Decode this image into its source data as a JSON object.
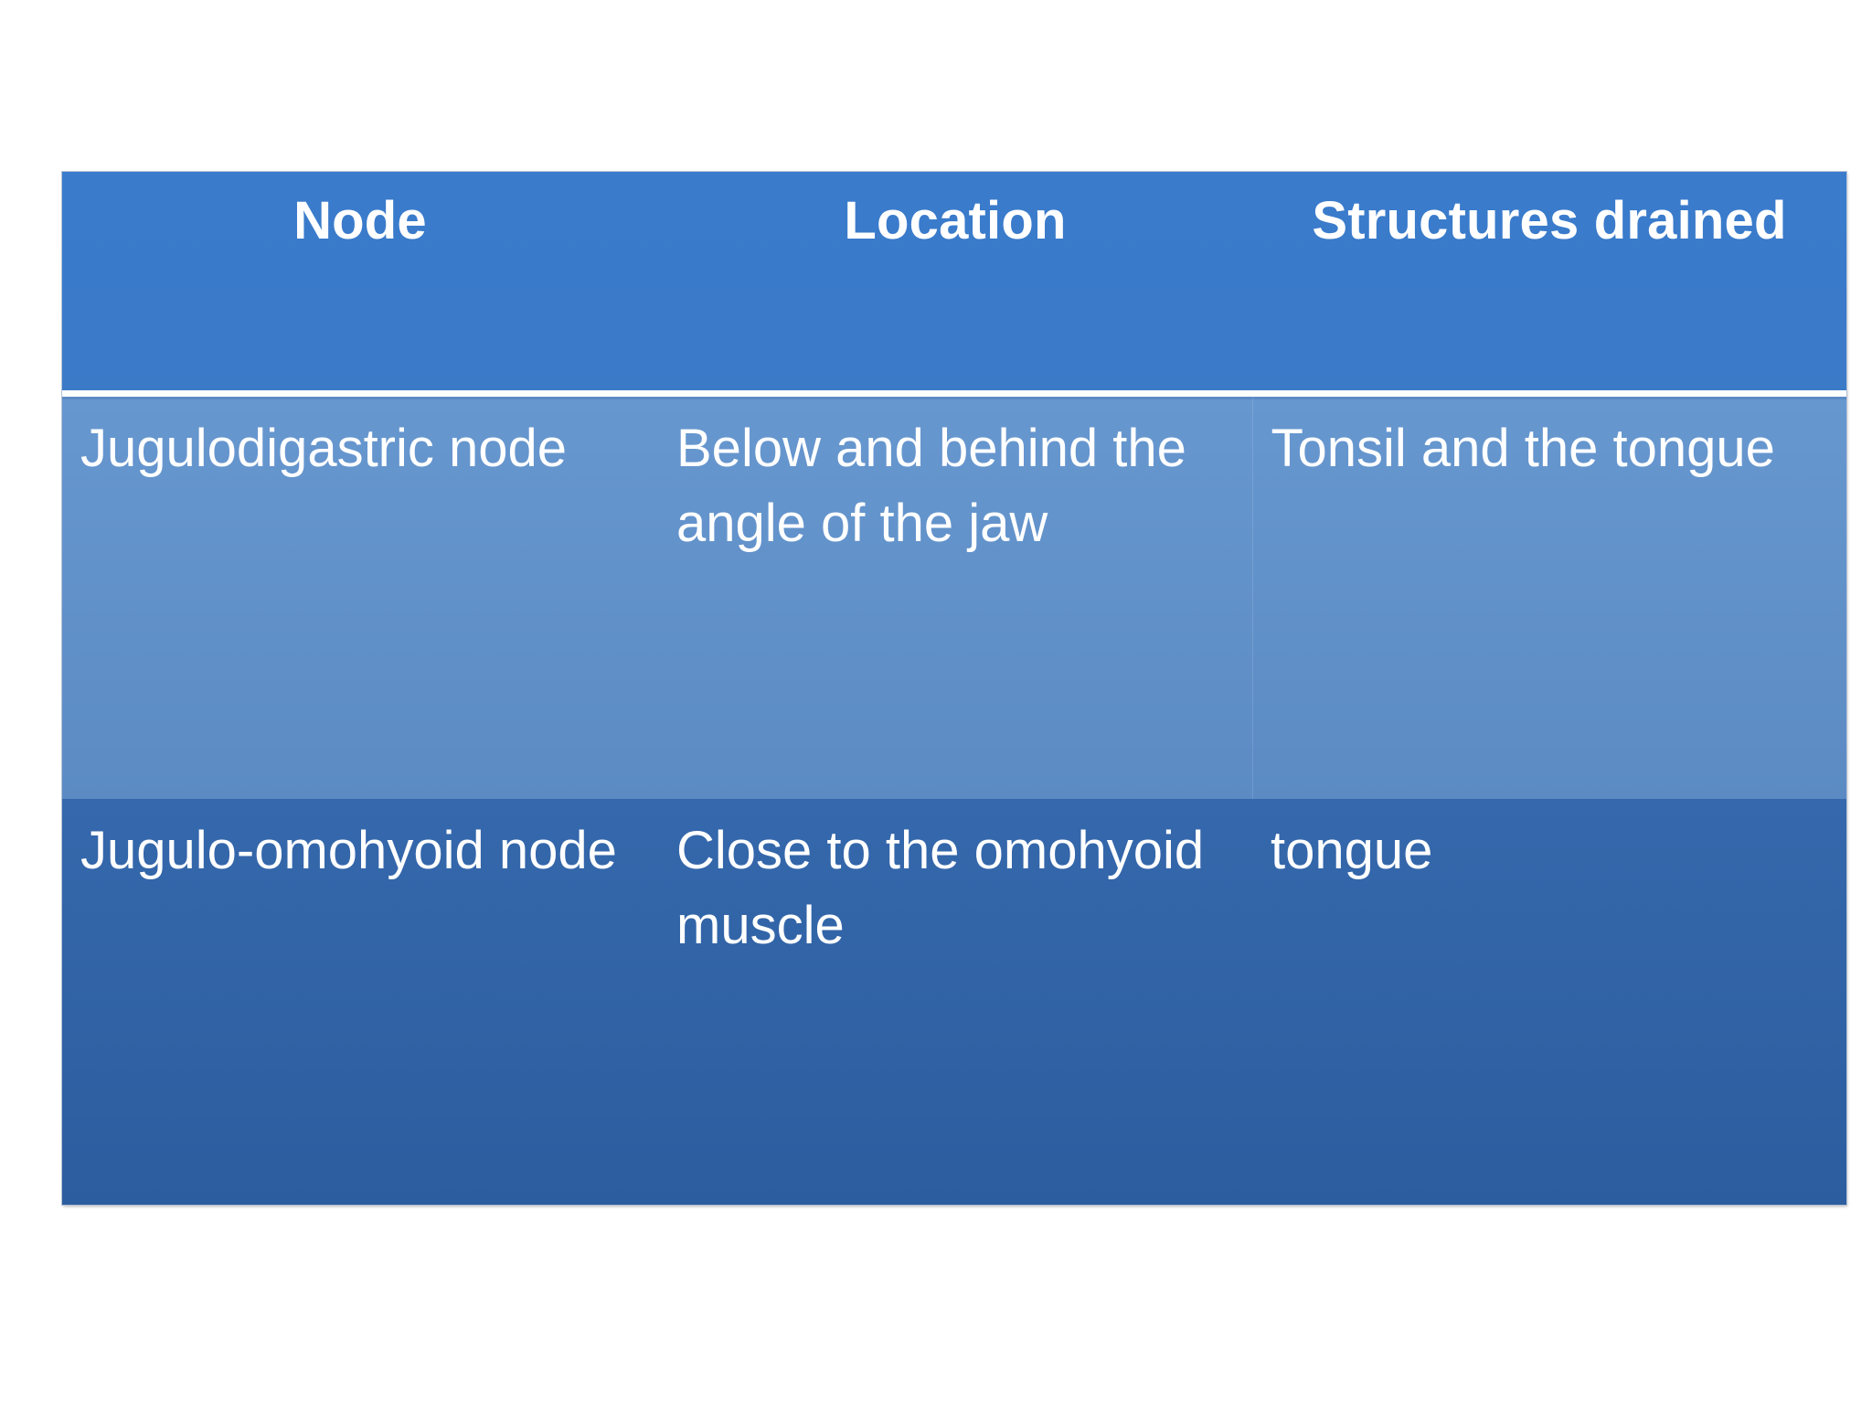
{
  "table": {
    "headers": [
      "Node",
      "Location",
      "Structures drained"
    ],
    "rows": [
      {
        "node": "Jugulodigastric node",
        "location": "Below and behind the angle of the jaw",
        "drained": "Tonsil and the tongue"
      },
      {
        "node": "Jugulo-omohyoid node",
        "location": "Close to the omohyoid muscle",
        "drained": "tongue"
      }
    ]
  },
  "colors": {
    "header_bg": "#3a7bcc",
    "row1_bg": "#6797cf",
    "row2_bg": "#3568ac",
    "text": "#ffffff",
    "divider": "#ffffff"
  }
}
